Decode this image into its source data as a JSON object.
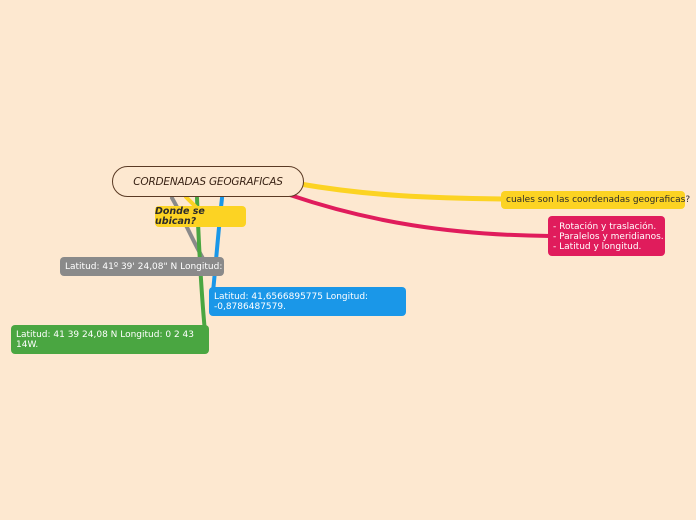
{
  "map": {
    "central": "CORDENADAS GEOGRAFICAS",
    "branches": [
      {
        "label": "cuales son las coordenadas geograficas?",
        "color": "#fcd323"
      },
      {
        "lines": [
          "- Rotación y traslación.",
          "- Paralelos y meridianos.",
          "- Latitud y longitud."
        ],
        "color": "#e01c5c"
      },
      {
        "label": "Donde se ubican?",
        "color": "#fcd323",
        "children": [
          {
            "label": "Latitud: 41º 39' 24,08\" N Longitud:",
            "color": "#8a8a8a"
          },
          {
            "label": "Latitud: 41,6566895775 Longitud: -0,8786487579.",
            "color": "#1a97e8"
          },
          {
            "label": "Latitud: 41 39 24,08 N Longitud: 0 2 43 14W.",
            "color": "#4aa641"
          }
        ]
      }
    ]
  }
}
